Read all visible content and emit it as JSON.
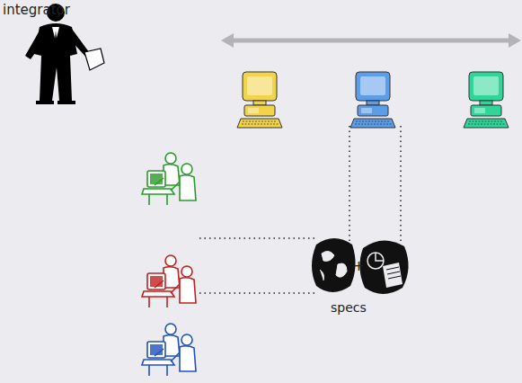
{
  "diagram": {
    "labels": [
      "integrator",
      "+",
      "specs"
    ]
  }
}
